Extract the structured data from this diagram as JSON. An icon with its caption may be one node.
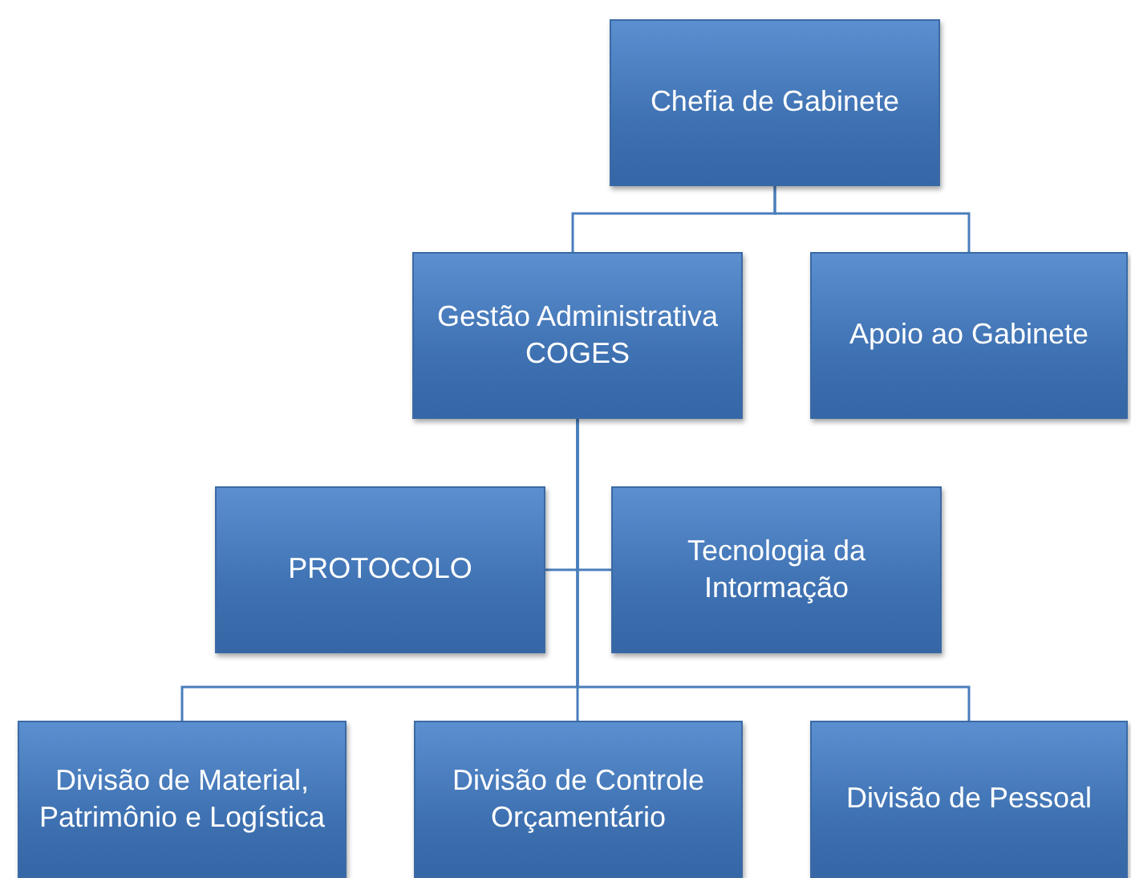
{
  "diagram": {
    "nodes": [
      {
        "text": [
          "Chefia de Gabinete"
        ]
      },
      {
        "text": [
          "Gestão Administrativa COGES"
        ]
      },
      {
        "text": [
          "Apoio ao Gabinete"
        ]
      },
      {
        "text": [
          "PROTOCOLO"
        ]
      },
      {
        "text": [
          "Tecnologia da Intormação"
        ]
      },
      {
        "text": [
          "Divisão de Material, Patrimônio e Logística"
        ]
      },
      {
        "text": [
          "Divisão de Controle Orçamentário"
        ]
      },
      {
        "text": [
          "Divisão de Pessoal"
        ]
      }
    ],
    "edges": [
      {
        "from": 0,
        "to": 1,
        "arrow": "none"
      },
      {
        "from": 0,
        "to": 2,
        "arrow": "none"
      },
      {
        "from": 1,
        "to": 3,
        "arrow": "none"
      },
      {
        "from": 1,
        "to": 4,
        "arrow": "none"
      },
      {
        "from": 1,
        "to": 5,
        "arrow": "none"
      },
      {
        "from": 1,
        "to": 6,
        "arrow": "none"
      },
      {
        "from": 1,
        "to": 7,
        "arrow": "none"
      }
    ]
  }
}
